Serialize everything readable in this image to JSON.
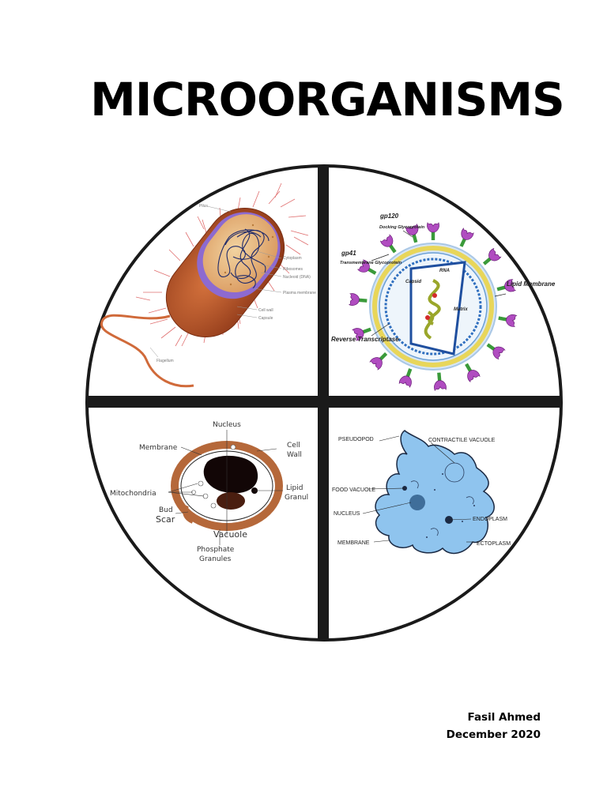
{
  "title": "MICROORGANISMS",
  "panels": {
    "bacteria": {
      "labels": [
        "Pilus",
        "Cytoplasm",
        "Ribosomes",
        "Nucleoid (DNA)",
        "Plasma membrane",
        "Cell wall",
        "Capsule",
        "Flagellum"
      ]
    },
    "virus": {
      "labels": {
        "gp120": "gp120",
        "gp120_sub": "Docking Glycoprotein",
        "gp41": "gp41",
        "gp41_sub": "Transmembrane Glycoprotein",
        "capsid": "Capsid",
        "rna": "RNA",
        "matrix": "Matrix",
        "lipid": "Lipid Membrane",
        "rt": "Reverse Transcriptase"
      }
    },
    "yeast": {
      "labels": {
        "nucleus": "Nucleus",
        "membrane": "Membrane",
        "cell_wall": "Cell Wall",
        "mitochondria": "Mitochondria",
        "lipid": "Lipid Granul",
        "bud": "Bud Scar",
        "vacuole": "Vacuole",
        "phosphate": "Phosphate Granules"
      }
    },
    "amoeba": {
      "labels": {
        "pseudopod": "PSEUDOPOD",
        "contractile": "CONTRACTILE VACUOLE",
        "food": "FOOD VACUOLE",
        "nucleus": "NUCLEUS",
        "endoplasm": "ENDOPLASM",
        "membrane": "MEMBRANE",
        "ectoplasm": "ECTOPLASM"
      }
    }
  },
  "author": {
    "name": "Fasil Ahmed",
    "date": "December 2020"
  },
  "colors": {
    "bacteria_body": "#b5542a",
    "bacteria_inner": "#e8b878",
    "membrane_purple": "#8d6ad0",
    "virus_spike": "#b04cc0",
    "virus_stalk": "#3a9a3a",
    "virus_ring": "#2f6fbf",
    "yeast_wall": "#b5683a",
    "amoeba_fill": "#8fc4ee"
  }
}
